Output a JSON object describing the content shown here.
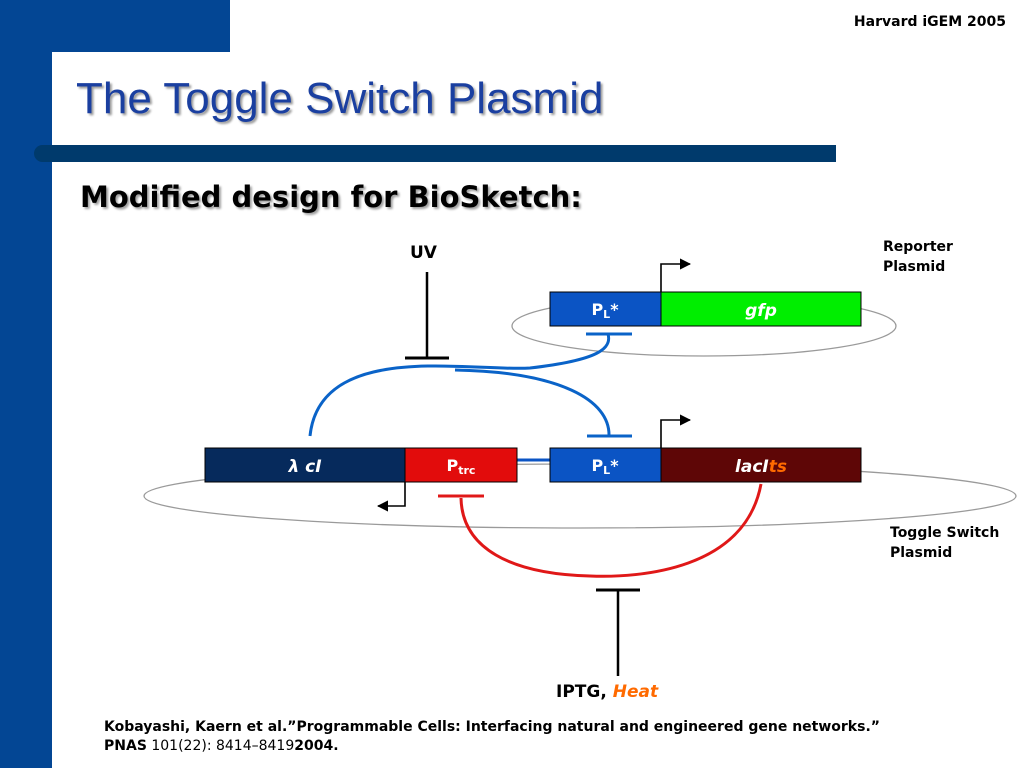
{
  "header": {
    "tag": "Harvard iGEM 2005"
  },
  "slide": {
    "title": "The Toggle Switch Plasmid",
    "subtitle": "Modified design for BioSketch:"
  },
  "diagram": {
    "uv": "UV",
    "reporter_label": [
      "Reporter",
      "Plasmid"
    ],
    "toggle_label": [
      "Toggle Switch",
      "Plasmid"
    ],
    "reporter": {
      "promoter": {
        "base": "P",
        "sub": "L",
        "sup": "*"
      },
      "gene": "gfp"
    },
    "toggle": {
      "lambda_ci": {
        "symbol": "λ",
        "text": "cI"
      },
      "ptrc": {
        "base": "P",
        "sub": "trc"
      },
      "pl": {
        "base": "P",
        "sub": "L",
        "sup": "*"
      },
      "laci": {
        "main": "lacI",
        "ts": "ts"
      }
    },
    "inducer": {
      "iptg": "IPTG,",
      "heat": "Heat"
    }
  },
  "citation": {
    "line1": "Kobayashi, Kaern et al.”Programmable Cells: Interfacing natural and engineered gene networks.”",
    "journal": "PNAS",
    "ref": " 101(22): 8414–8419",
    "year": "2004."
  },
  "colors": {
    "frame": "#034694",
    "title": "#1a3fa0",
    "promoter_blue": "#0b54c4",
    "gfp_green": "#00ee00",
    "ci_navy": "#062a5c",
    "ptrc_red": "#e20c0c",
    "laci_maroon": "#5e0606",
    "repression_blue": "#0a63c8",
    "repression_red": "#e01818",
    "heat_orange": "#ff6a00"
  }
}
